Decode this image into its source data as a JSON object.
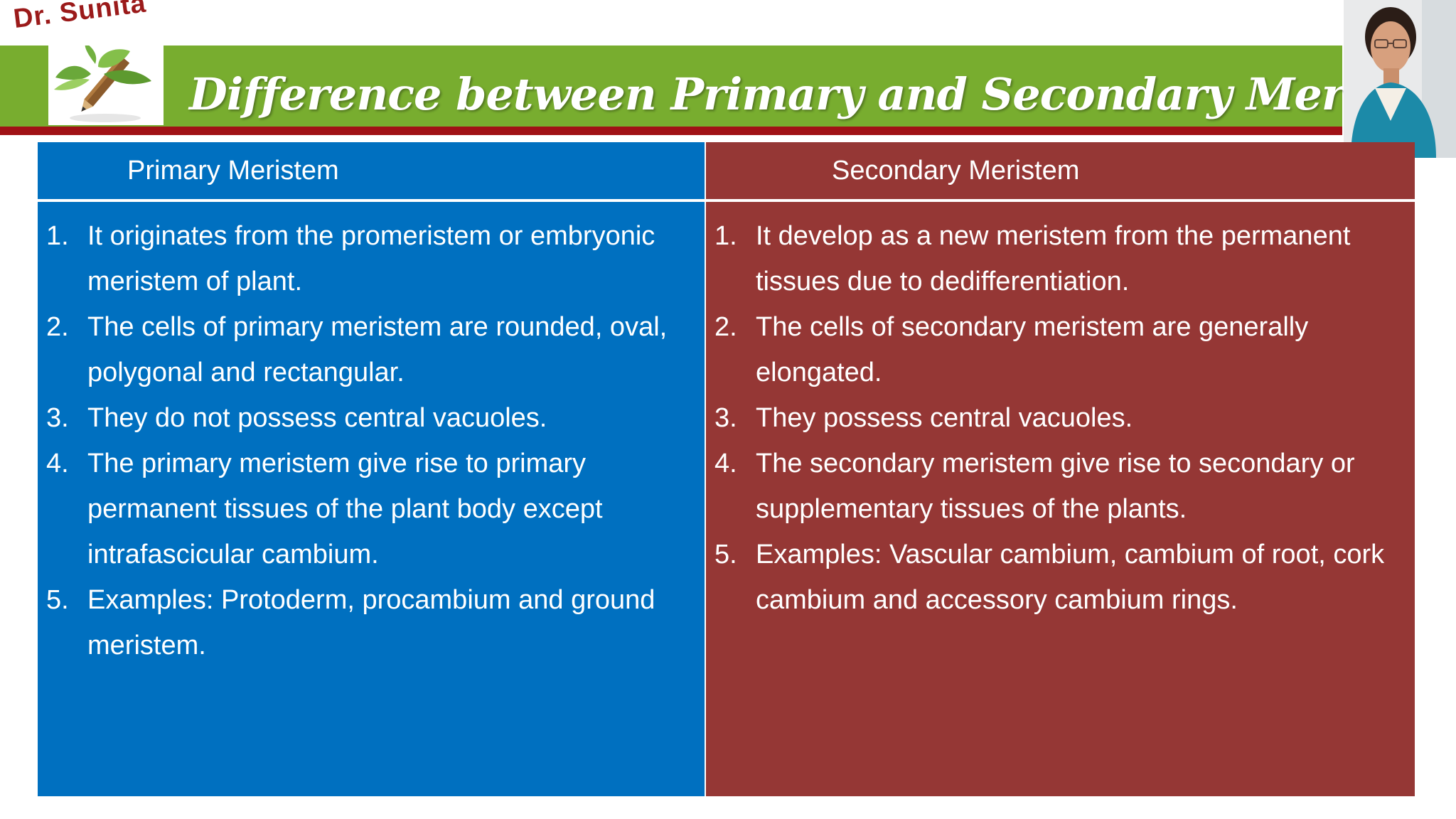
{
  "brand": {
    "text": "Dr. Sunita"
  },
  "title": "Difference between Primary and Secondary Meristem",
  "columns": [
    {
      "heading": "Primary Meristem",
      "items": [
        {
          "num": "1.",
          "text": "It originates from the promeristem or embryonic meristem of plant."
        },
        {
          "num": "2.",
          "text": "The cells of primary meristem are rounded, oval, polygonal and rectangular."
        },
        {
          "num": "3.",
          "text": "They do not possess central vacuoles."
        },
        {
          "num": "4.",
          "text": "The primary meristem give rise to primary permanent tissues of the plant body except intrafascicular cambium."
        },
        {
          "num": "5.",
          "text": "Examples: Protoderm, procambium and ground meristem."
        }
      ]
    },
    {
      "heading": "Secondary Meristem",
      "items": [
        {
          "num": "1.",
          "text": "It develop as a new meristem from the permanent tissues due to dedifferentiation."
        },
        {
          "num": "2.",
          "text": "The cells of secondary meristem are generally elongated."
        },
        {
          "num": "3.",
          "text": "They possess central vacuoles."
        },
        {
          "num": "4.",
          "text": "The secondary meristem give rise to secondary or supplementary tissues of the plants."
        },
        {
          "num": "5.",
          "text": "Examples: Vascular cambium, cambium of root, cork cambium and accessory cambium rings."
        }
      ]
    }
  ],
  "colors": {
    "title_bar": "#78ad2f",
    "title_underline": "#a01216",
    "primary_column": "#0070c0",
    "secondary_column": "#953735",
    "brand_text": "#9b1a1a"
  },
  "icons": {
    "logo": "leaf-pencil-logo",
    "presenter": "presenter-photo"
  }
}
